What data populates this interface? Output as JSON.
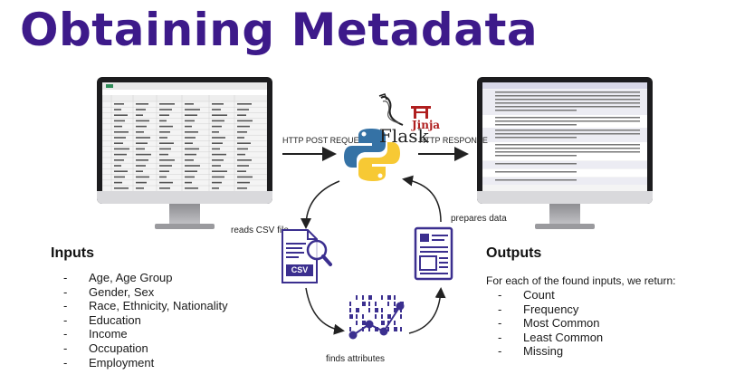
{
  "title": "Obtaining Metadata",
  "labels": {
    "http_post": "HTTP POST REQUEST",
    "http_response": "HTTP RESPONSE",
    "reads_csv": "reads CSV file",
    "prepares_data": "prepares data",
    "finds_attributes": "finds attributes",
    "flask": "Flask",
    "jinja": "Jinja",
    "csv": "CSV"
  },
  "inputs": {
    "heading": "Inputs",
    "items": [
      "Age, Age Group",
      "Gender, Sex",
      "Race, Ethnicity, Nationality",
      "Education",
      "Income",
      "Occupation",
      "Employment"
    ]
  },
  "outputs": {
    "heading": "Outputs",
    "intro": "For each of the found inputs, we return:",
    "items": [
      "Count",
      "Frequency",
      "Most Common",
      "Least Common",
      "Missing"
    ]
  },
  "icons": [
    "python-logo-icon",
    "flask-logo-icon",
    "jinja-logo-icon",
    "csv-file-search-icon",
    "binary-data-icon",
    "report-document-icon"
  ],
  "colors": {
    "title": "#3d1a8a",
    "icon_purple": "#3b2f8f",
    "python_blue": "#3572a5",
    "python_yellow": "#f7c934"
  }
}
